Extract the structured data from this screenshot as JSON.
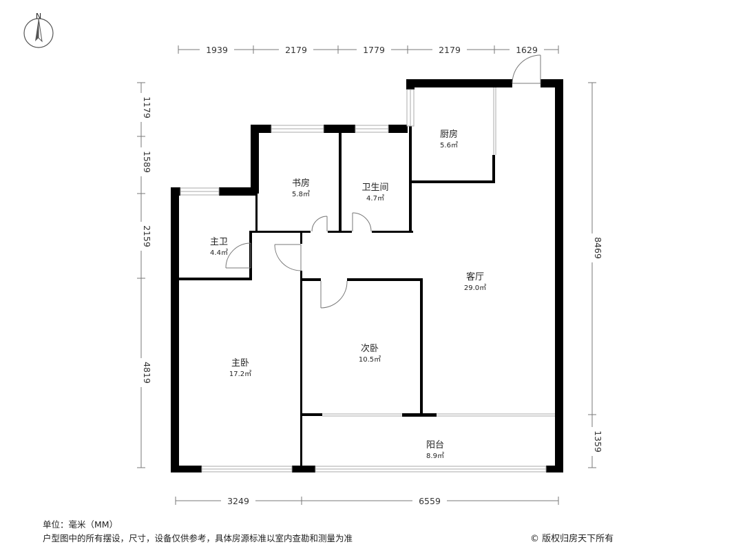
{
  "compass": {
    "label": "N"
  },
  "dimensions": {
    "top": [
      "1939",
      "2179",
      "1779",
      "2179",
      "1629"
    ],
    "left": [
      "1179",
      "1589",
      "2159",
      "4819"
    ],
    "right": [
      "8469",
      "1359"
    ],
    "bottom": [
      "3249",
      "6559"
    ]
  },
  "rooms": {
    "kitchen": {
      "name": "厨房",
      "area": "5.6㎡"
    },
    "study": {
      "name": "书房",
      "area": "5.8㎡"
    },
    "bathroom": {
      "name": "卫生间",
      "area": "4.7㎡"
    },
    "master_bath": {
      "name": "主卫",
      "area": "4.4㎡"
    },
    "living_room": {
      "name": "客厅",
      "area": "29.0㎡"
    },
    "master_bedroom": {
      "name": "主卧",
      "area": "17.2㎡"
    },
    "second_bedroom": {
      "name": "次卧",
      "area": "10.5㎡"
    },
    "balcony": {
      "name": "阳台",
      "area": "8.9㎡"
    }
  },
  "footer": {
    "unit": "单位：毫米（MM）",
    "disclaimer": "户型图中的所有摆设，尺寸，设备仅供参考，具体房源标准以室内查勘和测量为准",
    "copyright": "© 版权归房天下所有"
  }
}
